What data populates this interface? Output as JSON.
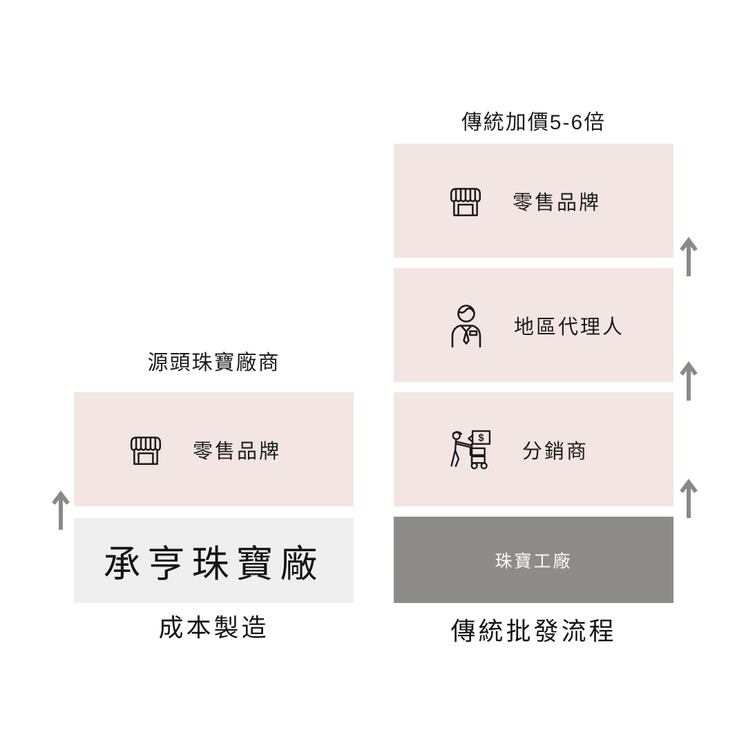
{
  "left": {
    "title": "源頭珠寶廠商",
    "retail_label": "零售品牌",
    "factory_name": "承亨珠寶廠",
    "caption": "成本製造"
  },
  "right": {
    "title": "傳統加價5-6倍",
    "retail_label": "零售品牌",
    "agent_label": "地區代理人",
    "distributor_label": "分銷商",
    "factory_label": "珠寶工廠",
    "caption": "傳統批發流程",
    "bubble_currency": "$"
  },
  "icons": {
    "storefront": "storefront-icon",
    "agent": "agent-icon",
    "distributor": "distributor-cart-icon",
    "arrow": "arrow-up-icon"
  },
  "colors": {
    "box_pink": "#f2e5e2",
    "box_light_gray": "#efefef",
    "box_dark_gray": "#8e8c8a",
    "arrow_gray": "#8b8987",
    "text_dark": "#1c1c1c",
    "text_on_dark": "#fafafa"
  }
}
